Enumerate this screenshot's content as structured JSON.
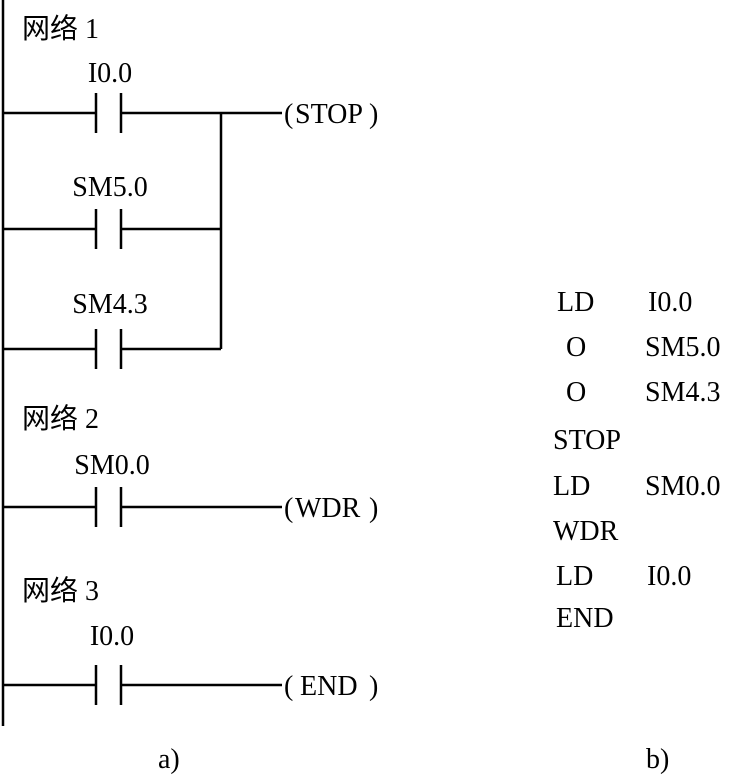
{
  "ladder": {
    "networks": [
      {
        "title": "网络 1",
        "contacts": [
          "I0.0",
          "SM5.0",
          "SM4.3"
        ],
        "coil": "STOP"
      },
      {
        "title": "网络 2",
        "contacts": [
          "SM0.0"
        ],
        "coil": "WDR"
      },
      {
        "title": "网络 3",
        "contacts": [
          "I0.0"
        ],
        "coil": "END"
      }
    ]
  },
  "stl": [
    {
      "op": "LD",
      "operand": "I0.0"
    },
    {
      "op": "O",
      "operand": "SM5.0"
    },
    {
      "op": "O",
      "operand": "SM4.3"
    },
    {
      "op": "STOP",
      "operand": ""
    },
    {
      "op": "LD",
      "operand": "SM0.0"
    },
    {
      "op": "WDR",
      "operand": ""
    },
    {
      "op": "LD",
      "operand": "I0.0"
    },
    {
      "op": "END",
      "operand": ""
    }
  ],
  "captions": {
    "ladder": "a)",
    "stl": "b)"
  }
}
